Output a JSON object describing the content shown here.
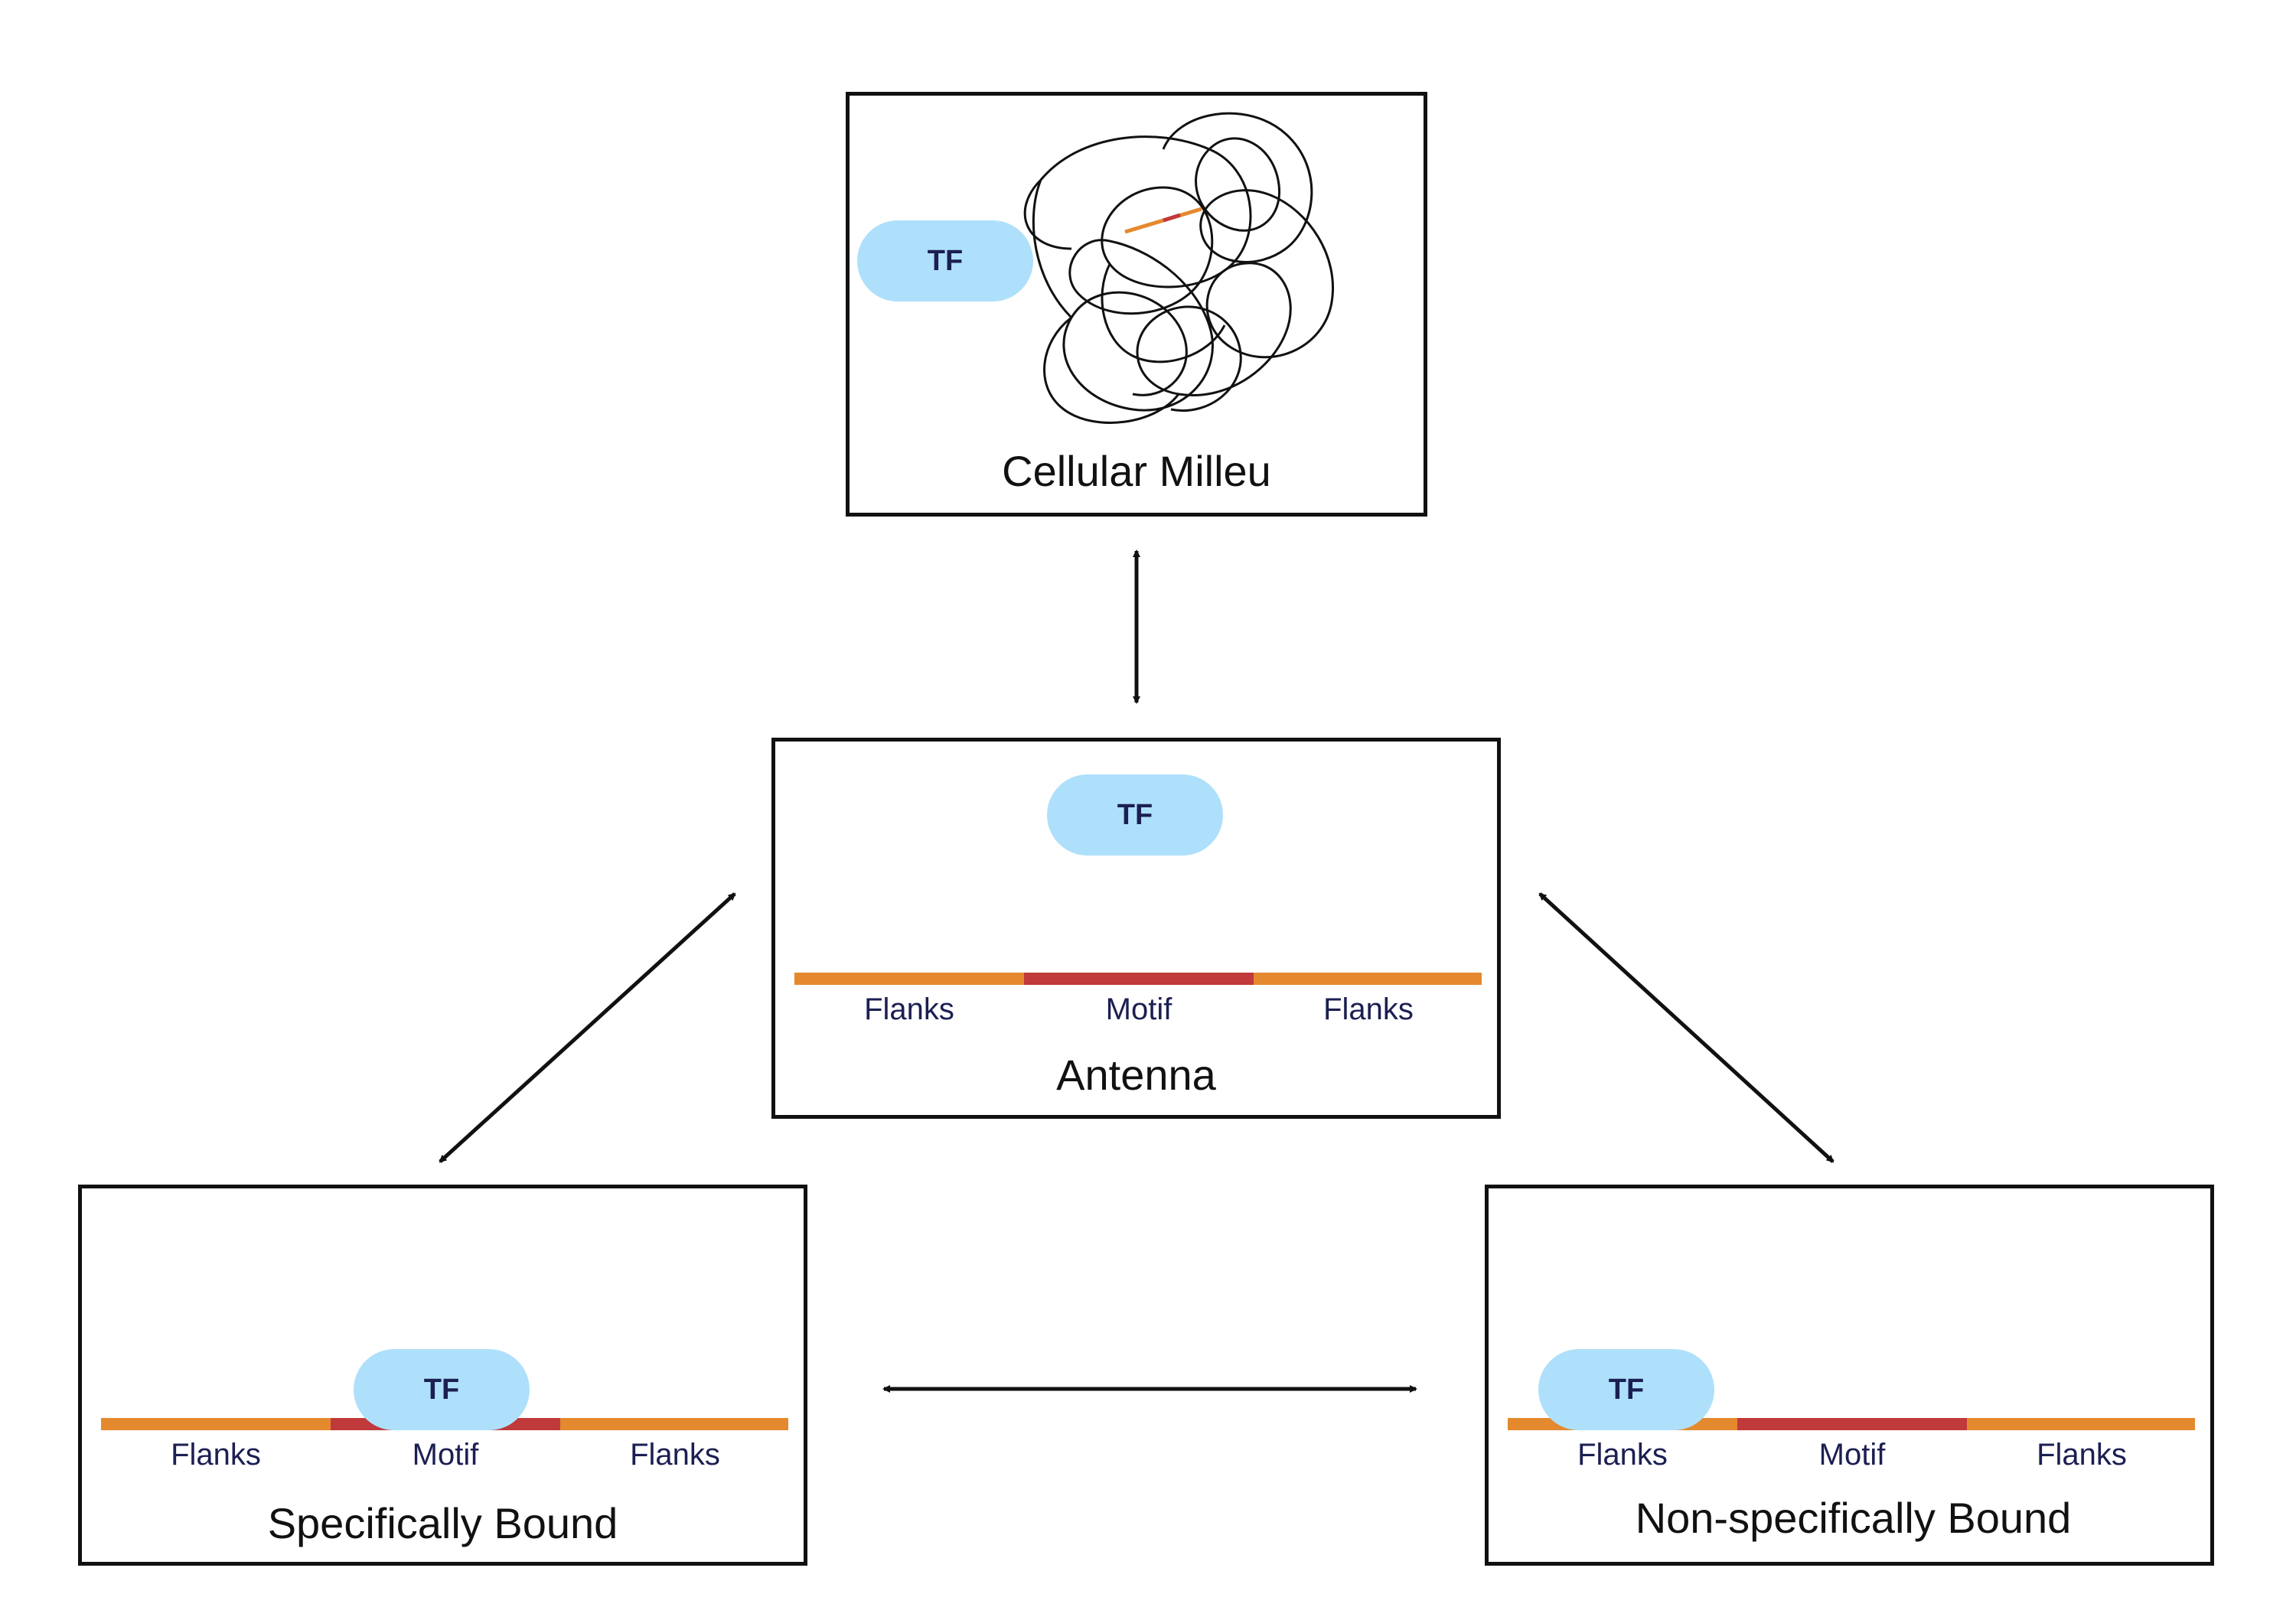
{
  "colors": {
    "tf_fill": "#aee0fb",
    "tf_text": "#1b1f52",
    "flank": "#e4892e",
    "motif": "#c0393b",
    "border": "#111111",
    "label_text": "#1b1f52"
  },
  "tf_label": "TF",
  "states": {
    "cellular_milieu": {
      "title": "Cellular Milleu"
    },
    "antenna": {
      "title": "Antenna",
      "labels": [
        "Flanks",
        "Motif",
        "Flanks"
      ]
    },
    "specifically_bound": {
      "title": "Specifically Bound",
      "labels": [
        "Flanks",
        "Motif",
        "Flanks"
      ]
    },
    "non_specifically_bound": {
      "title": "Non-specifically Bound",
      "labels": [
        "Flanks",
        "Motif",
        "Flanks"
      ]
    }
  },
  "transitions": [
    {
      "from": "cellular_milieu",
      "to": "antenna",
      "direction": "bidirectional"
    },
    {
      "from": "antenna",
      "to": "specifically_bound",
      "direction": "bidirectional"
    },
    {
      "from": "antenna",
      "to": "non_specifically_bound",
      "direction": "bidirectional"
    },
    {
      "from": "specifically_bound",
      "to": "non_specifically_bound",
      "direction": "bidirectional"
    }
  ]
}
